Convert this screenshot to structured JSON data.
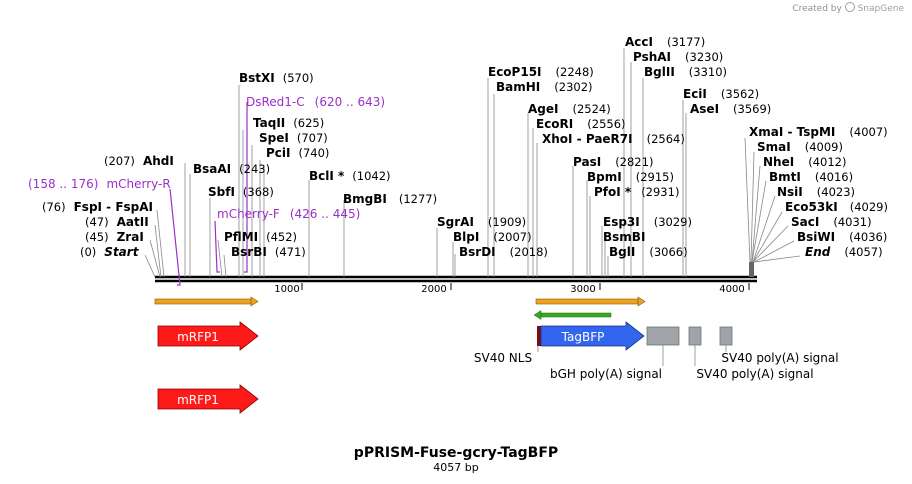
{
  "credit": {
    "prefix": "Created by",
    "brand": "SnapGene"
  },
  "map": {
    "title": "pPRISM-Fuse-gcry-TagBFP",
    "length_label": "4057 bp",
    "total_bp": 4057,
    "ticks": [
      "1000",
      "2000",
      "3000",
      "4000"
    ],
    "tick_values": [
      1000,
      2000,
      3000,
      4000
    ]
  },
  "sites": [
    {
      "name": "BstXI",
      "pos": "(570)",
      "bp": 570
    },
    {
      "name": "TaqII",
      "pos": "(625)",
      "bp": 625
    },
    {
      "name": "SpeI",
      "pos": "(707)",
      "bp": 707
    },
    {
      "name": "PciI",
      "pos": "(740)",
      "bp": 740
    },
    {
      "name": "AhdI",
      "pos": "(207)",
      "bp": 207
    },
    {
      "name": "BsaAI",
      "pos": "(243)",
      "bp": 243
    },
    {
      "name": "SbfI",
      "pos": "(368)",
      "bp": 368
    },
    {
      "name": "FspI - FspAI",
      "pos": "(76)",
      "bp": 76
    },
    {
      "name": "AatII",
      "pos": "(47)",
      "bp": 47
    },
    {
      "name": "ZraI",
      "pos": "(45)",
      "bp": 45
    },
    {
      "name": "Start",
      "pos": "(0)",
      "bp": 0
    },
    {
      "name": "PflMI",
      "pos": "(452)",
      "bp": 452
    },
    {
      "name": "BsrBI",
      "pos": "(471)",
      "bp": 471
    },
    {
      "name": "BclI *",
      "pos": "(1042)",
      "bp": 1042
    },
    {
      "name": "BmgBI",
      "pos": "(1277)",
      "bp": 1277
    },
    {
      "name": "SgrAI",
      "pos": "(1909)",
      "bp": 1909
    },
    {
      "name": "BlpI",
      "pos": "(2007)",
      "bp": 2007
    },
    {
      "name": "BsrDI",
      "pos": "(2018)",
      "bp": 2018
    },
    {
      "name": "EcoP15I",
      "pos": "(2248)",
      "bp": 2248
    },
    {
      "name": "BamHI",
      "pos": "(2302)",
      "bp": 2302
    },
    {
      "name": "AgeI",
      "pos": "(2524)",
      "bp": 2524
    },
    {
      "name": "EcoRI",
      "pos": "(2556)",
      "bp": 2556
    },
    {
      "name": "XhoI - PaeR7I",
      "pos": "(2564)",
      "bp": 2564
    },
    {
      "name": "AccI",
      "pos": "(3177)",
      "bp": 3177
    },
    {
      "name": "PshAI",
      "pos": "(3230)",
      "bp": 3230
    },
    {
      "name": "BglII",
      "pos": "(3310)",
      "bp": 3310
    },
    {
      "name": "PasI",
      "pos": "(2821)",
      "bp": 2821
    },
    {
      "name": "BpmI",
      "pos": "(2915)",
      "bp": 2915
    },
    {
      "name": "PfoI *",
      "pos": "(2931)",
      "bp": 2931
    },
    {
      "name": "Esp3I",
      "pos": "(3029)",
      "bp": 3029
    },
    {
      "name": "BsmBI",
      "pos": "(3029)",
      "bp": 3029
    },
    {
      "name": "BglI",
      "pos": "(3066)",
      "bp": 3066
    },
    {
      "name": "EciI",
      "pos": "(3562)",
      "bp": 3562
    },
    {
      "name": "AseI",
      "pos": "(3569)",
      "bp": 3569
    },
    {
      "name": "XmaI - TspMI",
      "pos": "(4007)",
      "bp": 4007
    },
    {
      "name": "SmaI",
      "pos": "(4009)",
      "bp": 4009
    },
    {
      "name": "NheI",
      "pos": "(4012)",
      "bp": 4012
    },
    {
      "name": "BmtI",
      "pos": "(4016)",
      "bp": 4016
    },
    {
      "name": "NsiI",
      "pos": "(4023)",
      "bp": 4023
    },
    {
      "name": "Eco53kI",
      "pos": "(4029)",
      "bp": 4029
    },
    {
      "name": "SacI",
      "pos": "(4031)",
      "bp": 4031
    },
    {
      "name": "BsiWI",
      "pos": "(4036)",
      "bp": 4036
    },
    {
      "name": "End",
      "pos": "(4057)",
      "bp": 4057
    }
  ],
  "primers": [
    {
      "name": "DsRed1-C",
      "range": "(620 .. 643)"
    },
    {
      "name": "mCherry-R",
      "range": "(158 .. 176)"
    },
    {
      "name": "mCherry-F",
      "range": "(426 .. 445)"
    }
  ],
  "features": [
    {
      "name": "mRFP1",
      "kind": "arrow",
      "color": "#ff1a1a",
      "start": 20,
      "end": 690
    },
    {
      "name": "mRFP1",
      "kind": "arrow",
      "color": "#ff1a1a",
      "start": 20,
      "end": 690
    },
    {
      "name": "TagBFP",
      "kind": "arrow",
      "color": "#3366ee",
      "start": 2540,
      "end": 3210
    },
    {
      "name": "SV40 NLS",
      "kind": "label"
    },
    {
      "name": "bGH poly(A) signal",
      "kind": "box"
    },
    {
      "name": "SV40 poly(A) signal",
      "kind": "box"
    },
    {
      "name": "SV40 poly(A) signal",
      "kind": "box"
    }
  ],
  "colors": {
    "backbone": "#000000",
    "orf_orange": "#f0a020",
    "orf_green": "#33aa22",
    "primer_purple": "#9b30c9",
    "polyA_box": "#a0a4a8"
  }
}
